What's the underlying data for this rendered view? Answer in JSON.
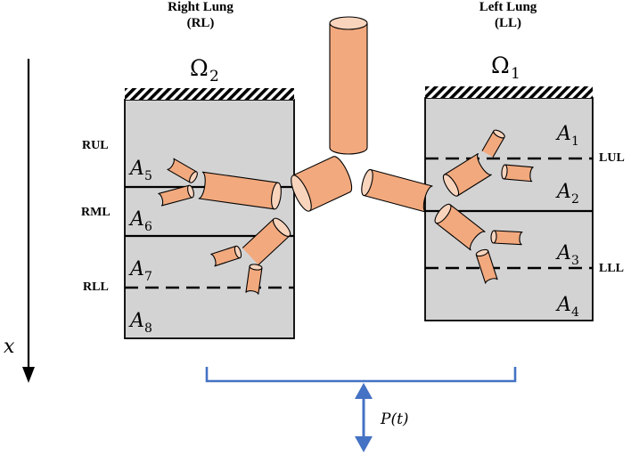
{
  "header_right": {
    "line1": "Right Lung",
    "line2": "(RL)"
  },
  "header_left": {
    "line1": "Left Lung",
    "line2": "(LL)"
  },
  "domain_right": {
    "symbol": "Ω",
    "sub": "2"
  },
  "domain_left": {
    "symbol": "Ω",
    "sub": "1"
  },
  "segments_right": [
    "RUL",
    "RML",
    "RLL"
  ],
  "segments_left": [
    "LUL",
    "LLL"
  ],
  "regions": [
    {
      "letter": "A",
      "sub": "1"
    },
    {
      "letter": "A",
      "sub": "2"
    },
    {
      "letter": "A",
      "sub": "3"
    },
    {
      "letter": "A",
      "sub": "4"
    },
    {
      "letter": "A",
      "sub": "5"
    },
    {
      "letter": "A",
      "sub": "6"
    },
    {
      "letter": "A",
      "sub": "7"
    },
    {
      "letter": "A",
      "sub": "8"
    }
  ],
  "axis_label": "x",
  "pressure_label": "P(t)",
  "colors": {
    "lung_fill": "#d3d3d3",
    "airway_fill": "#f2a97e",
    "airway_cap": "#f9d4bd",
    "pressure_line": "#4472c4"
  }
}
